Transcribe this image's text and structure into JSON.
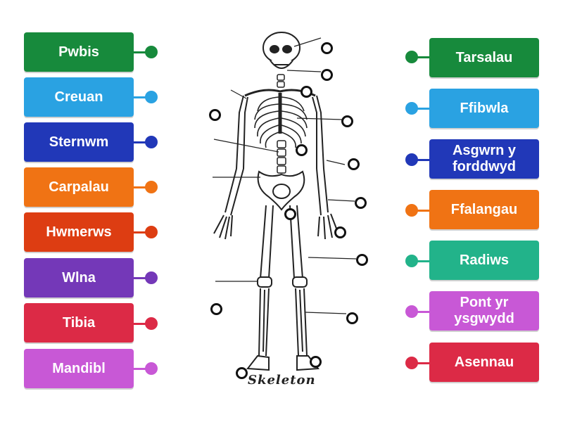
{
  "left_labels": [
    {
      "text": "Pwbis",
      "color": "#178a3c"
    },
    {
      "text": "Creuan",
      "color": "#2aa2e2"
    },
    {
      "text": "Sternwm",
      "color": "#2138b8"
    },
    {
      "text": "Carpalau",
      "color": "#f07314"
    },
    {
      "text": "Hwmerws",
      "color": "#dd3d12"
    },
    {
      "text": "Wlna",
      "color": "#7438b8"
    },
    {
      "text": "Tibia",
      "color": "#dc2a46"
    },
    {
      "text": "Mandibl",
      "color": "#c858d6"
    }
  ],
  "right_labels": [
    {
      "text": "Tarsalau",
      "color": "#178a3c"
    },
    {
      "text": "Ffibwla",
      "color": "#2aa2e2"
    },
    {
      "text": "Asgwrn y forddwyd",
      "color": "#2138b8"
    },
    {
      "text": "Ffalangau",
      "color": "#f07314"
    },
    {
      "text": "Radiws",
      "color": "#22b38a"
    },
    {
      "text": "Pont yr ysgwydd",
      "color": "#c858d6"
    },
    {
      "text": "Asennau",
      "color": "#dc2a46"
    }
  ],
  "caption": "Skeleton"
}
